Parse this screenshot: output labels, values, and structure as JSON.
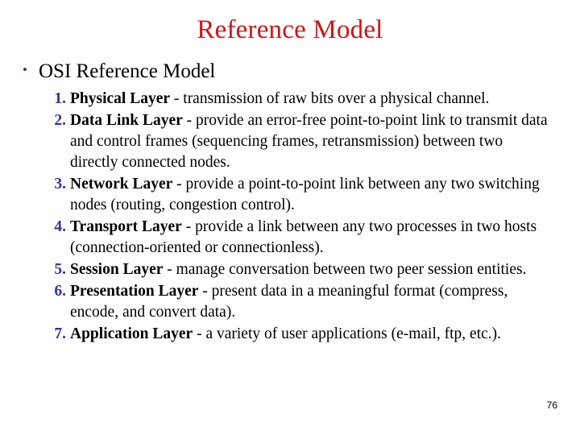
{
  "slide": {
    "title": "Reference Model",
    "title_color": "#CC1417",
    "background_color": "#FFFFFF",
    "accent_color": "#333399",
    "page_number": "76"
  },
  "bullet": {
    "glyph": "bullet-dot",
    "glyph_char": "•",
    "text": "OSI Reference Model"
  },
  "layers": [
    {
      "number": "1.",
      "name": "Physical Layer",
      "description": " - transmission of raw bits over a physical channel."
    },
    {
      "number": "2.",
      "name": "Data Link Layer",
      "description": " - provide an error-free point-to-point link to transmit data and control frames (sequencing frames, retransmission) between two directly connected nodes."
    },
    {
      "number": "3.",
      "name": "Network Layer",
      "description": " - provide a point-to-point link between any two switching nodes (routing, congestion control)."
    },
    {
      "number": "4.",
      "name": "Transport Layer",
      "description": " - provide a link between any two processes in two hosts (connection-oriented or connectionless)."
    },
    {
      "number": "5.",
      "name": "Session Layer",
      "description": " - manage conversation between two peer session entities."
    },
    {
      "number": "6.",
      "name": "Presentation Layer",
      "description": " - present data in a meaningful format (compress, encode, and convert data)."
    },
    {
      "number": "7.",
      "name": "Application Layer",
      "description": " - a variety of user applications (e-mail, ftp, etc.)."
    }
  ]
}
